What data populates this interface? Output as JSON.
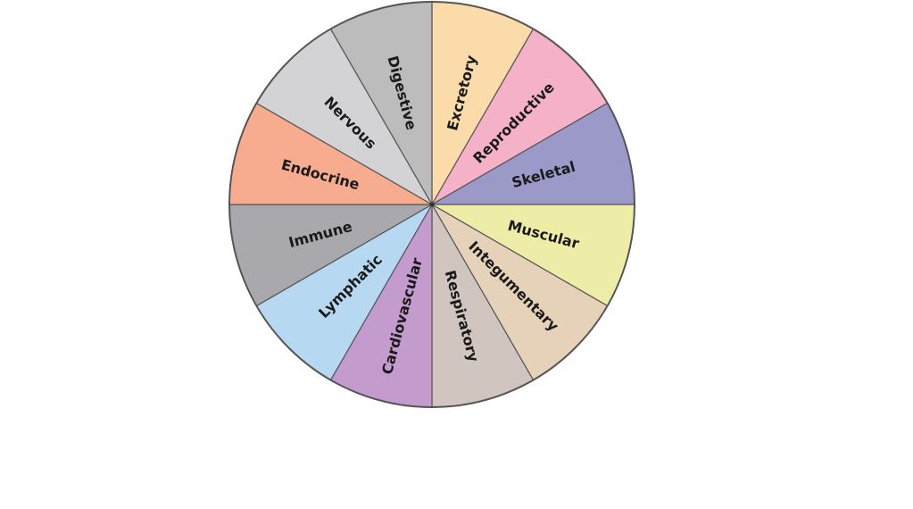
{
  "wheel": {
    "segments": [
      {
        "label": "Excretory",
        "color": "#FBDBA9"
      },
      {
        "label": "Reproductive",
        "color": "#F5B1C8"
      },
      {
        "label": "Skeletal",
        "color": "#9A99C7"
      },
      {
        "label": "Muscular",
        "color": "#EEEDA8"
      },
      {
        "label": "Integumentary",
        "color": "#E6D2B9"
      },
      {
        "label": "Respiratory",
        "color": "#D0C5BF"
      },
      {
        "label": "Cardiovascular",
        "color": "#C39BCC"
      },
      {
        "label": "Lymphatic",
        "color": "#B6D8F0"
      },
      {
        "label": "Immune",
        "color": "#A9A8AD"
      },
      {
        "label": "Endocrine",
        "color": "#F7AC8F"
      },
      {
        "label": "Nervous",
        "color": "#D3D3D5"
      },
      {
        "label": "Digestive",
        "color": "#BDBCBD"
      }
    ],
    "border_color": "#555555"
  }
}
